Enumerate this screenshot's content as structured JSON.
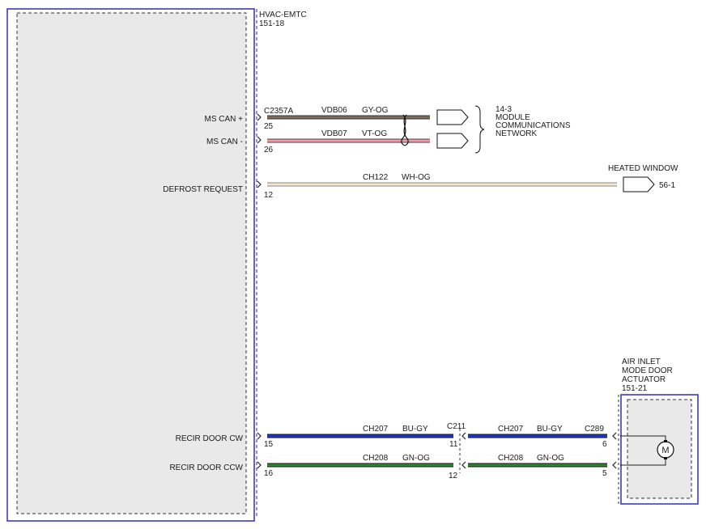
{
  "module": {
    "name": "HVAC-EMTC",
    "ref": "151-18",
    "pins": [
      {
        "label": "MS CAN +",
        "pin": "25"
      },
      {
        "label": "MS CAN -",
        "pin": "26"
      },
      {
        "label": "DEFROST REQUEST",
        "pin": "12"
      },
      {
        "label": "RECIR DOOR CW",
        "pin": "15"
      },
      {
        "label": "RECIR DOOR CCW",
        "pin": "16"
      }
    ]
  },
  "connectors": {
    "module_connector": "C2357A",
    "inline": {
      "name": "C211",
      "pin_cw": "11",
      "pin_ccw": "12"
    },
    "actuator": {
      "name": "C289",
      "pin_cw": "6",
      "pin_ccw": "5"
    }
  },
  "wires": {
    "can_plus": {
      "circuit": "VDB06",
      "color_code": "GY-OG",
      "color": "#7d6e5a"
    },
    "can_minus": {
      "circuit": "VDB07",
      "color_code": "VT-OG",
      "color": "#f59aa8"
    },
    "defrost": {
      "circuit": "CH122",
      "color_code": "WH-OG",
      "color": "#f2e6cf"
    },
    "cw_a": {
      "circuit": "CH207",
      "color_code": "BU-GY",
      "color": "#1f36d6"
    },
    "cw_b": {
      "circuit": "CH207",
      "color_code": "BU-GY",
      "color": "#1f36d6"
    },
    "ccw_a": {
      "circuit": "CH208",
      "color_code": "GN-OG",
      "color": "#2f8a2f"
    },
    "ccw_b": {
      "circuit": "CH208",
      "color_code": "GN-OG",
      "color": "#2f8a2f"
    }
  },
  "network_ref": {
    "ref": "14-3",
    "lines": [
      "MODULE",
      "COMMUNICATIONS",
      "NETWORK"
    ]
  },
  "heated_window": {
    "label": "HEATED WINDOW",
    "ref": "56-1"
  },
  "actuator": {
    "lines": [
      "AIR INLET",
      "MODE DOOR",
      "ACTUATOR"
    ],
    "ref": "151-21",
    "motor_symbol": "M"
  },
  "colors": {
    "module_border": "#2f2fb8",
    "module_fill": "#e9e9e9",
    "dashed": "#333333",
    "line": "#222222"
  },
  "icons": [
    "motor-icon",
    "connector-arrow-icon",
    "twisted-pair-icon",
    "off-page-arrow-icon",
    "bracket-icon"
  ]
}
